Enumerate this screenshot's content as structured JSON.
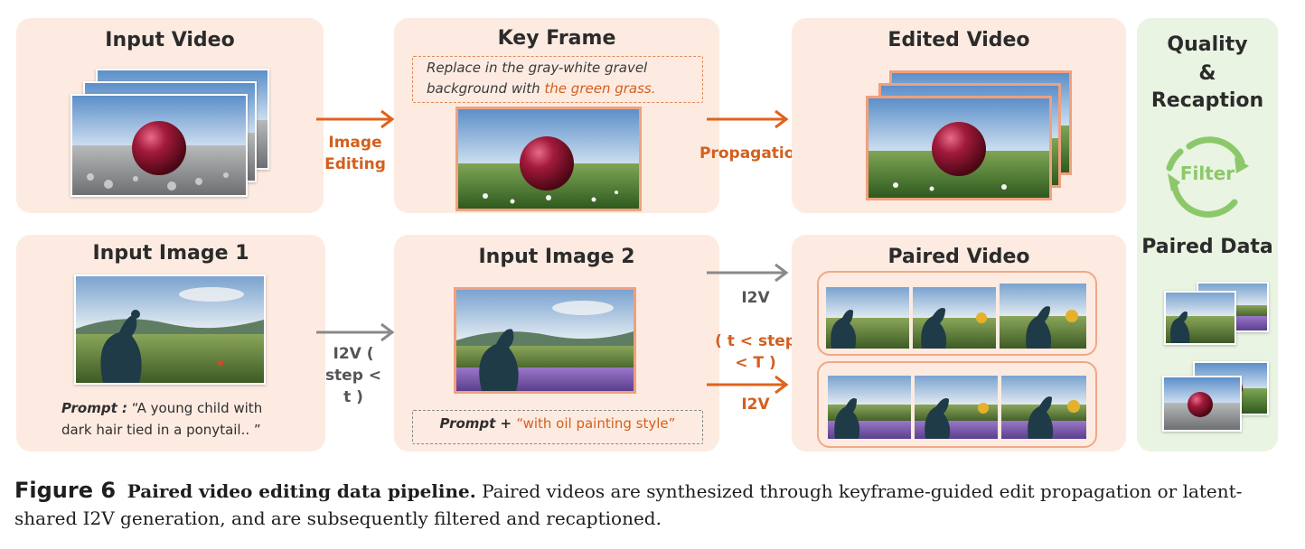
{
  "panels": {
    "input_video": {
      "title": "Input Video"
    },
    "key_frame": {
      "title": "Key Frame",
      "instruction_prefix": "Replace in the gray-white gravel background with ",
      "instruction_highlight": "the green grass."
    },
    "edited_video": {
      "title": "Edited Video"
    },
    "input_image_1": {
      "title": "Input Image 1",
      "prompt_label": "Prompt :",
      "prompt_text": " “A young child with dark hair tied in a ponytail.. ”"
    },
    "input_image_2": {
      "title": "Input Image 2",
      "prompt_prefix": "Prompt + ",
      "prompt_highlight": "“with oil painting style”"
    },
    "paired_video": {
      "title": "Paired Video"
    },
    "quality": {
      "title_line1": "Quality",
      "title_line2": "&",
      "title_line3": "Recaption",
      "filter_label": "Filter",
      "paired_data_label": "Paired Data"
    }
  },
  "arrows": {
    "image_editing": "Image Editing",
    "propagation": "Propagation",
    "i2v_step_lt_t": "I2V ( step < t )",
    "i2v_top": "I2V",
    "t_step_T": "( t < step < T )",
    "i2v_bottom": "I2V"
  },
  "caption": {
    "figure": "Figure 6",
    "bold": "Paired video editing data pipeline.",
    "text": " Paired videos are synthesized through keyframe-guided edit propagation or latent-shared I2V generation, and are subsequently filtered and recaptioned."
  },
  "colors": {
    "orange": "#d35f1e",
    "panel": "#fdebe1",
    "green_panel": "#e9f4e2",
    "filter_green": "#8cc86a"
  }
}
